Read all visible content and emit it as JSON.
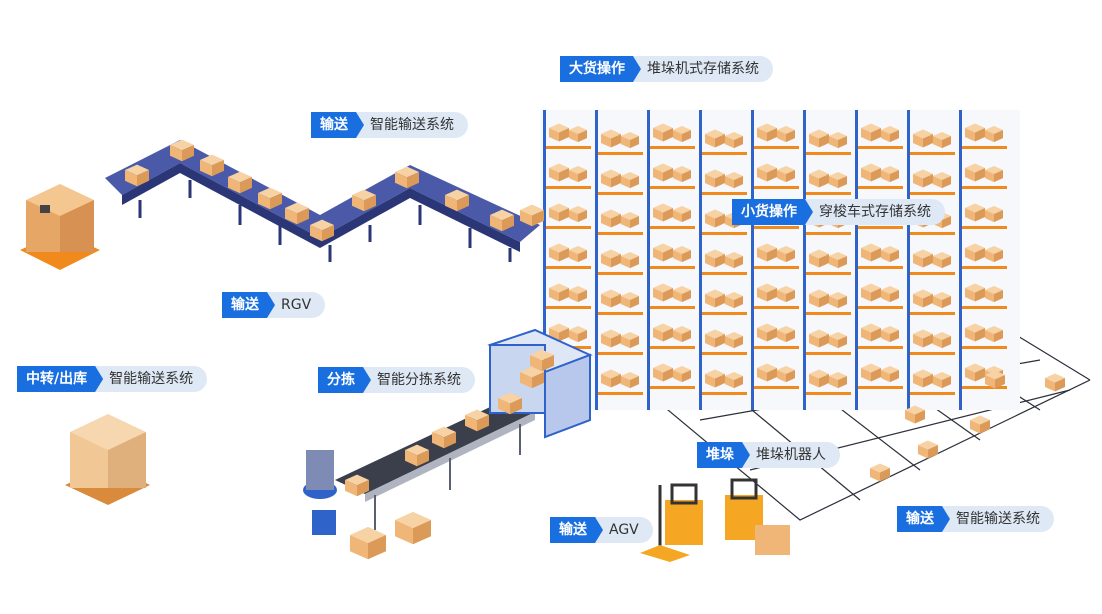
{
  "labels": {
    "bulk": {
      "key": "大货操作",
      "value": "堆垛机式存储系统"
    },
    "conveyor": {
      "key": "输送",
      "value": "智能输送系统"
    },
    "small": {
      "key": "小货操作",
      "value": "穿梭车式存储系统"
    },
    "rgv": {
      "key": "输送",
      "value": "RGV"
    },
    "transfer": {
      "key": "中转/出库",
      "value": "智能输送系统"
    },
    "sorting": {
      "key": "分拣",
      "value": "智能分拣系统"
    },
    "stacking": {
      "key": "堆垛",
      "value": "堆垛机器人"
    },
    "agv": {
      "key": "输送",
      "value": "AGV"
    },
    "conveyor2": {
      "key": "输送",
      "value": "智能输送系统"
    }
  },
  "colors": {
    "tag_key": "#1a6fe0",
    "tag_value": "#dfe9f6",
    "rack_blue": "#2f63c9",
    "beam_orange": "#f08a1c",
    "box": "#f0b678",
    "belt": "#4a5aa8",
    "forklift": "#f5a623"
  }
}
